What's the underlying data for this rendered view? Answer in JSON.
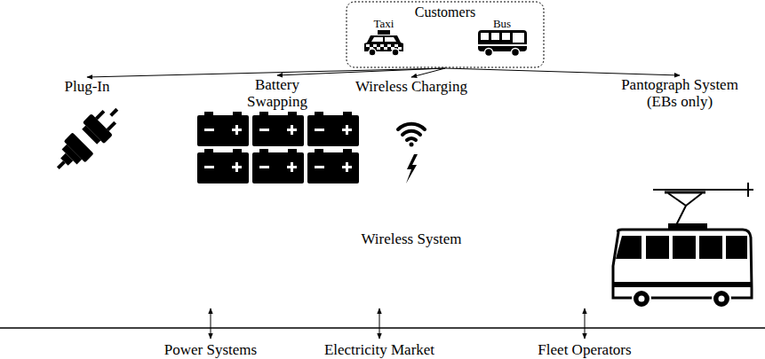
{
  "diagram": {
    "nodes": [
      {
        "text": [
          "Customers"
        ]
      },
      {
        "text": [
          "Plug-In"
        ]
      },
      {
        "text": [
          "Battery Swapping"
        ]
      },
      {
        "text": [
          "Wireless Charging",
          "Wireless System"
        ]
      },
      {
        "text": [
          "Pantograph System (EBs only)"
        ]
      }
    ],
    "edges": [
      {
        "from": 0,
        "to": 1,
        "arrow": "to"
      },
      {
        "from": 0,
        "to": 2,
        "arrow": "to"
      },
      {
        "from": 0,
        "to": 3,
        "arrow": "to"
      },
      {
        "from": 0,
        "to": 4,
        "arrow": "to"
      }
    ],
    "labels": [
      "Taxi",
      "Bus",
      "Power Systems",
      "Electricity Market",
      "Fleet Operators"
    ]
  }
}
